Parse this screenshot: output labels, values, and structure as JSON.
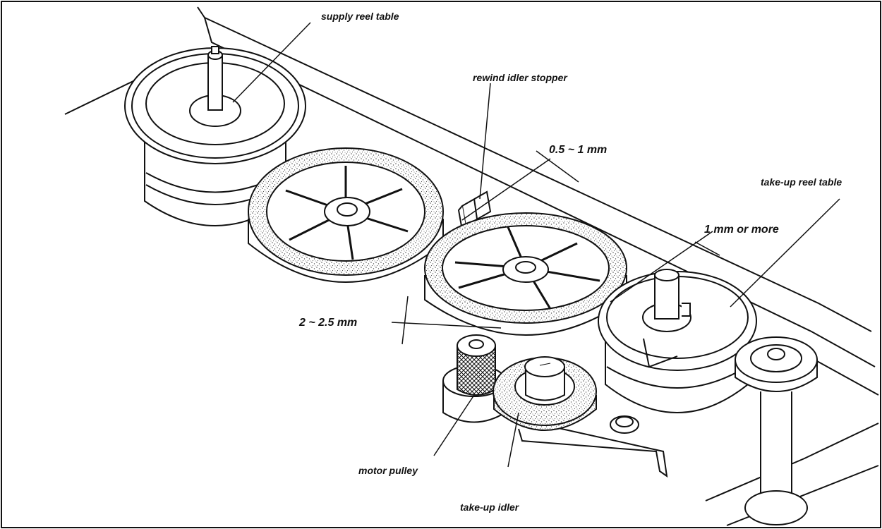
{
  "labels": {
    "supply_reel_table": "supply reel table",
    "rewind_idler_stopper": "rewind idler stopper",
    "clearance_stopper": "0.5 ~ 1 mm",
    "take_up_reel_table": "take-up reel table",
    "clearance_reel": "1 mm or more",
    "clearance_idler_height": "2 ~ 2.5 mm",
    "motor_pulley": "motor pulley",
    "take_up_idler": "take-up idler"
  },
  "colors": {
    "ink": "#111111",
    "paper": "#ffffff",
    "stipple": "#555555"
  }
}
